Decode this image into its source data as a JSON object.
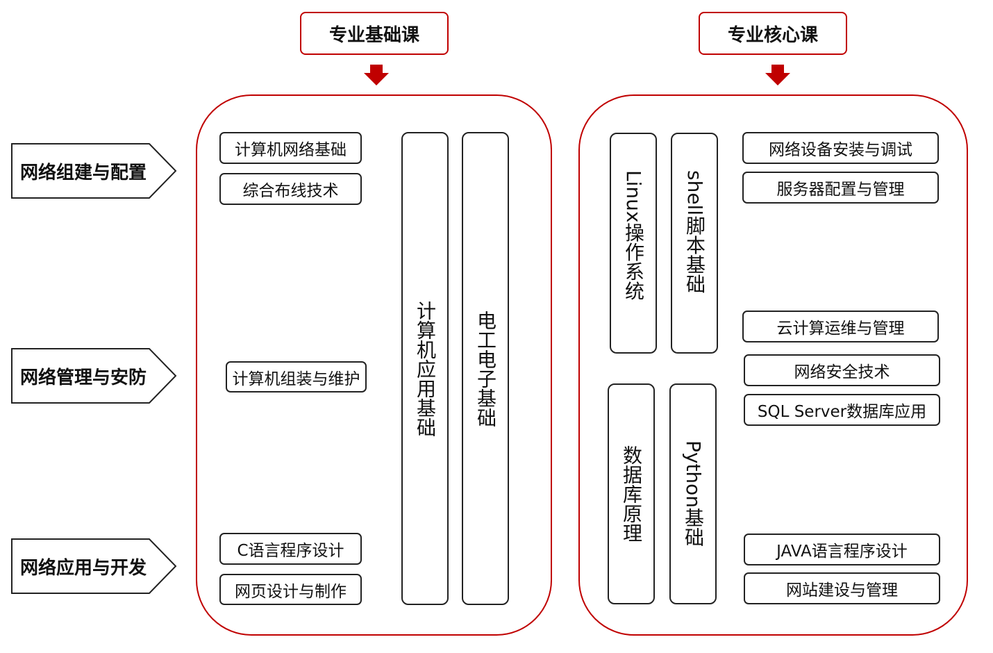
{
  "headers": {
    "basic": "专业基础课",
    "core": "专业核心课"
  },
  "categories": [
    "网络组建与配置",
    "网络管理与安防",
    "网络应用与开发"
  ],
  "basic_courses": {
    "computer_network": "计算机网络基础",
    "cabling": "综合布线技术",
    "assembly": "计算机组装与维护",
    "c_language": "C语言程序设计",
    "web_design": "网页设计与制作",
    "computer_app": "计算机应用基础",
    "electronics": "电工电子基础"
  },
  "core_courses": {
    "linux": "Linux操作系统",
    "shell": "shell脚本基础",
    "database": "数据库原理",
    "python": "Python基础",
    "device": "网络设备安装与调试",
    "server": "服务器配置与管理",
    "cloud": "云计算运维与管理",
    "security": "网络安全技术",
    "sql": "SQL Server数据库应用",
    "java": "JAVA语言程序设计",
    "website": "网站建设与管理"
  },
  "colors": {
    "accent": "#c00000",
    "outline": "#222222"
  }
}
